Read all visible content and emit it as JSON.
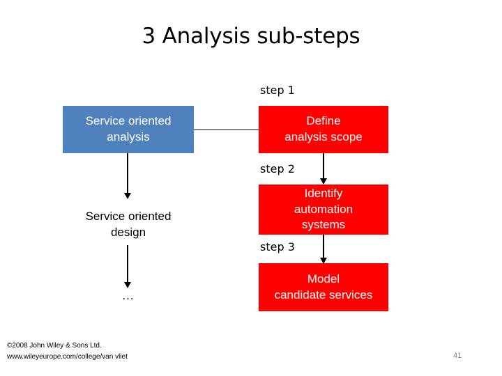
{
  "slide": {
    "title": "3 Analysis sub-steps",
    "page_number": "41",
    "colors": {
      "blue_box": "#4F81BD",
      "red_box": "#FF0000",
      "text_on_box": "#FFFFFF",
      "body_text": "#000000",
      "page_number": "#808080",
      "background": "#FFFFFF"
    }
  },
  "left_column": {
    "nodes": [
      {
        "label": "Service oriented\nanalysis",
        "line1": "Service oriented",
        "line2": "analysis",
        "style": "blue-box"
      },
      {
        "label": "Service oriented\ndesign",
        "line1": "Service oriented",
        "line2": "design",
        "style": "plain-text"
      },
      {
        "label": "...",
        "style": "plain-text"
      }
    ]
  },
  "right_column": {
    "step_labels": [
      "step 1",
      "step 2",
      "step 3"
    ],
    "nodes": [
      {
        "line1": "Define",
        "line2": "analysis scope",
        "style": "red-box"
      },
      {
        "line1": "Identify",
        "line2": "automation",
        "line3": "systems",
        "style": "red-box"
      },
      {
        "line1": "Model",
        "line2": "candidate services",
        "style": "red-box"
      }
    ]
  },
  "footer": {
    "copyright": "©2008 John Wiley & Sons Ltd.",
    "website": "www.wileyeurope.com/college/van vliet"
  }
}
